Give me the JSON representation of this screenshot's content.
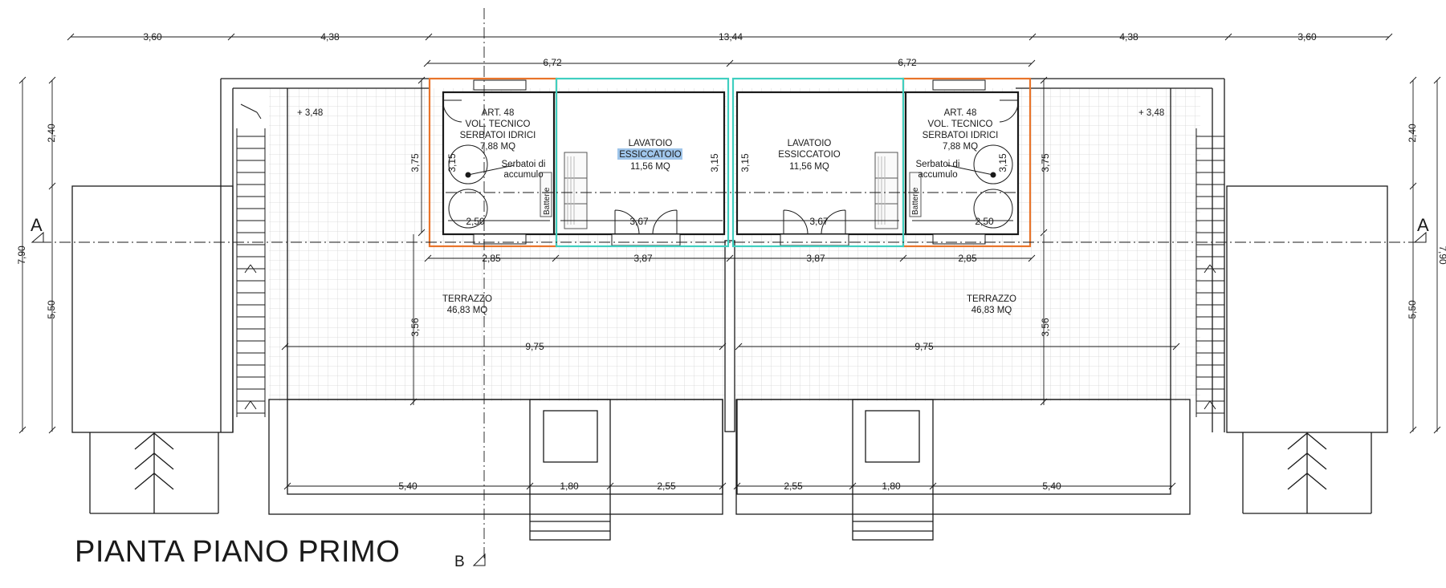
{
  "title": "PIANTA PIANO PRIMO",
  "section_marks": {
    "a_left": "A",
    "a_right": "A",
    "b": "B"
  },
  "highlight_color": "#9fc5ea",
  "colors": {
    "tech_room_outline": "#e8742a",
    "laundry_outline": "#3fcfc0",
    "line": "#1a1a1a",
    "grid": "#d5d5d5"
  },
  "dims": {
    "top1": [
      "3,60",
      "4,38",
      "13,44",
      "4,38",
      "3,60"
    ],
    "top2": [
      "6,72",
      "6,72"
    ],
    "left_vertical": [
      "2,40",
      "5,50",
      "7,90"
    ],
    "right_vertical": [
      "2,40",
      "5,50",
      "7,90"
    ],
    "room_widths": [
      "2,85",
      "3,87",
      "3,87",
      "2,85"
    ],
    "inner": {
      "h375_left": "3,75",
      "h375_right": "3,75",
      "h315_a": "3,15",
      "h315_b": "3,15",
      "h315_c": "3,15",
      "h315_d": "3,15",
      "w250_left": "2,50",
      "w250_right": "2,50",
      "w367_left": "3,67",
      "w367_right": "3,67",
      "h356_left": "3,56",
      "h356_right": "3,56",
      "w975_left": "9,75",
      "w975_right": "9,75"
    },
    "bottom": [
      "5,40",
      "1,80",
      "2,55",
      "2,55",
      "1,80",
      "5,40"
    ]
  },
  "levels": {
    "left": "+ 3,48",
    "right": "+ 3,48"
  },
  "rooms": {
    "tech_left": [
      "ART. 48",
      "VOL. TECNICO",
      "SERBATOI IDRICI",
      "7,88 MQ"
    ],
    "tech_right": [
      "ART. 48",
      "VOL. TECNICO",
      "SERBATOI IDRICI",
      "7,88 MQ"
    ],
    "laundry_left": {
      "line1": "LAVATOIO",
      "line2": "ESSICCATOIO",
      "area": "11,56 MQ"
    },
    "laundry_right": {
      "line1": "LAVATOIO",
      "line2": "ESSICCATOIO",
      "area": "11,56 MQ"
    },
    "terrace_left": [
      "TERRAZZO",
      "46,83 MQ"
    ],
    "terrace_right": [
      "TERRAZZO",
      "46,83 MQ"
    ]
  },
  "labels": {
    "tanks_left": [
      "Serbatoi di",
      "accumulo"
    ],
    "tanks_right": [
      "Serbatoi di",
      "accumulo"
    ],
    "batteries_left": "Batterie",
    "batteries_right": "Batterie"
  }
}
